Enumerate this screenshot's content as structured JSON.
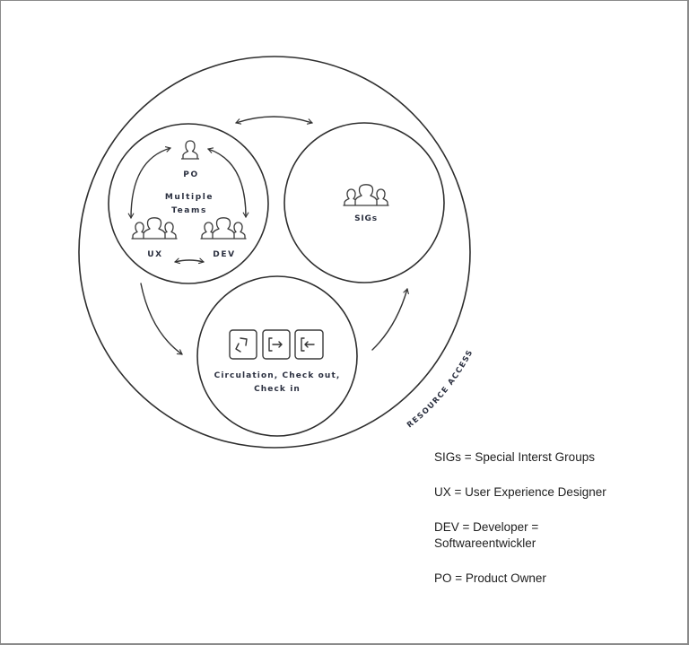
{
  "diagram": {
    "outer_ring_label": "RESOURCE ACCESS",
    "teams_circle": {
      "title_line1": "Multiple",
      "title_line2": "Teams",
      "roles": {
        "po": {
          "label": "PO",
          "icon": "person-icon"
        },
        "ux": {
          "label": "UX",
          "icon": "group-icon"
        },
        "dev": {
          "label": "DEV",
          "icon": "group-icon"
        }
      }
    },
    "sigs_circle": {
      "label": "SIGs",
      "icon": "group-icon"
    },
    "circulation_circle": {
      "line1": "Circulation, Check out,",
      "line2": "Check in",
      "icons": [
        "circulation-arrows-icon",
        "check-out-icon",
        "check-in-icon"
      ]
    },
    "connectors": [
      {
        "from": "teams",
        "to": "sigs",
        "type": "bidirectional"
      },
      {
        "from": "teams",
        "to": "circulation",
        "type": "directional"
      },
      {
        "from": "circulation",
        "to": "sigs",
        "type": "directional"
      },
      {
        "from": "po",
        "to": "ux",
        "type": "bidirectional"
      },
      {
        "from": "po",
        "to": "dev",
        "type": "bidirectional"
      },
      {
        "from": "ux",
        "to": "dev",
        "type": "bidirectional"
      }
    ],
    "colors": {
      "line": "#333333",
      "label_text": "#2b3040",
      "frame": "#8a8a8a",
      "background": "#ffffff"
    }
  },
  "legend": {
    "sigs": "SIGs = Special Interst Groups",
    "ux": "UX = User Experience Designer",
    "dev_line1": "DEV = Developer =",
    "dev_line2": "Softwareentwickler",
    "po": "PO = Product Owner"
  }
}
